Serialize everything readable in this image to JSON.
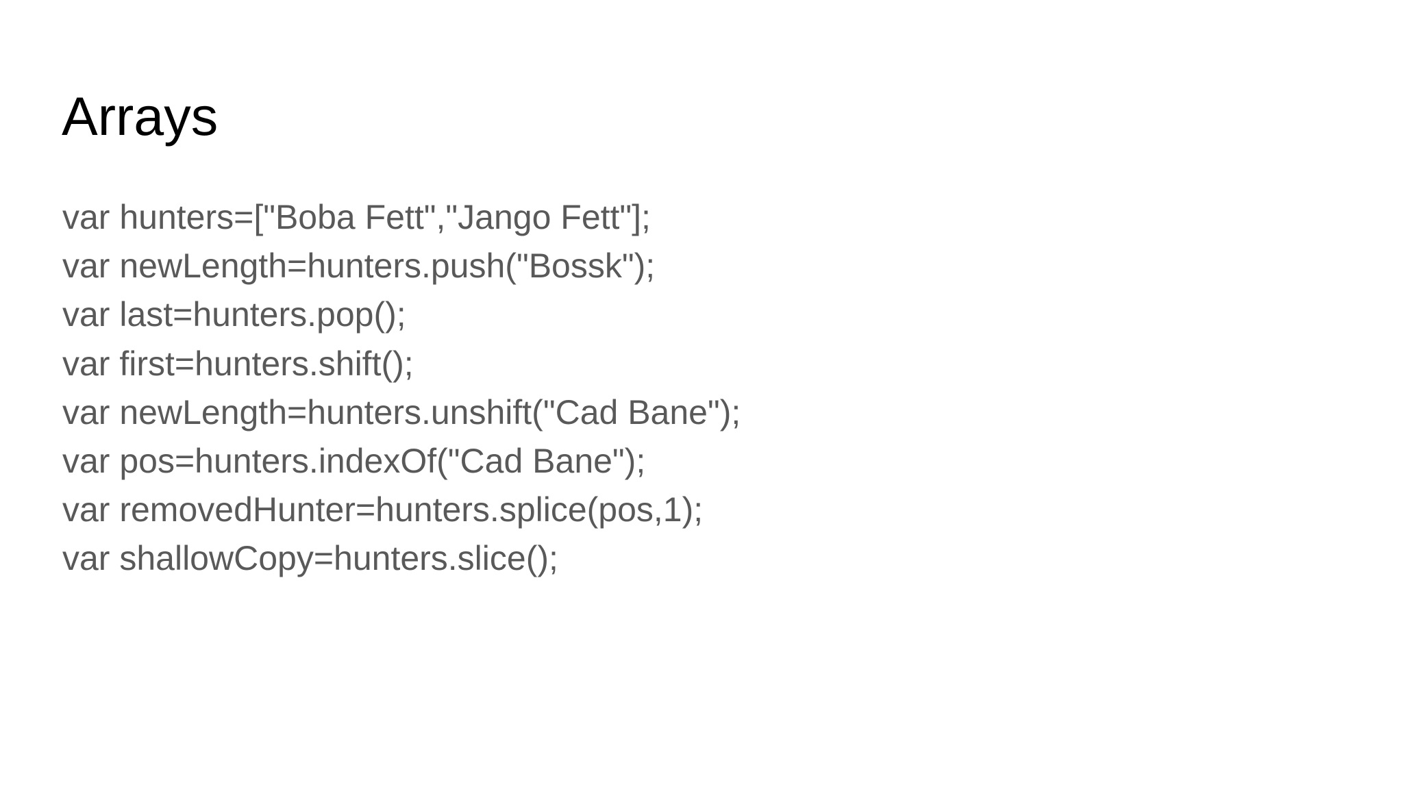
{
  "slide": {
    "title": "Arrays",
    "lines": [
      "var hunters=[\"Boba Fett\",\"Jango Fett\"];",
      "var newLength=hunters.push(\"Bossk\");",
      "var last=hunters.pop();",
      "var first=hunters.shift();",
      "var newLength=hunters.unshift(\"Cad Bane\");",
      "var pos=hunters.indexOf(\"Cad Bane\");",
      "var removedHunter=hunters.splice(pos,1);",
      "var shallowCopy=hunters.slice();"
    ]
  },
  "colors": {
    "background": "#ffffff",
    "title": "#000000",
    "body_text": "#595959"
  }
}
